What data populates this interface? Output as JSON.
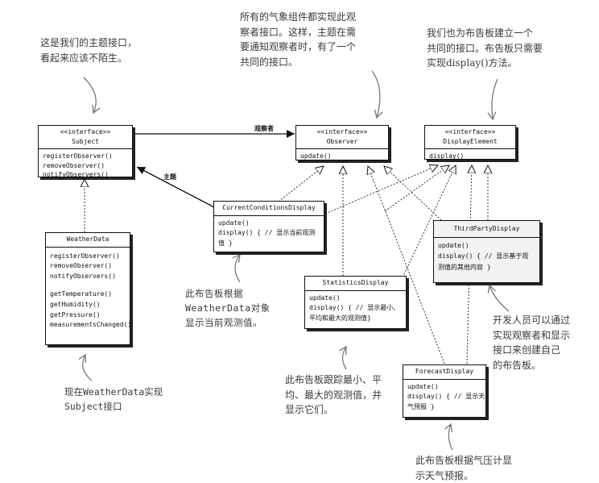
{
  "classes": {
    "subject": {
      "stereotype": "<<interface>>",
      "name": "Subject",
      "methods": [
        "registerObserver()",
        "removeObserver()",
        "notifyObservers()"
      ]
    },
    "observer": {
      "stereotype": "<<interface>>",
      "name": "Observer",
      "methods": [
        "update()"
      ]
    },
    "display_element": {
      "stereotype": "<<interface>>",
      "name": "DisplayElement",
      "methods": [
        "display()"
      ]
    },
    "weather_data": {
      "name": "WeatherData",
      "methods": [
        "registerObserver()",
        "removeObserver()",
        "notifyObservers()",
        "",
        "getTemperature()",
        "getHumidity()",
        "getPressure()",
        "measurementsChanged()"
      ]
    },
    "current_conditions": {
      "name": "CurrentConditionsDisplay",
      "methods": [
        "update()",
        "display() { // 显示当前观测",
        "值 }"
      ]
    },
    "statistics": {
      "name": "StatisticsDisplay",
      "methods": [
        "update()",
        "display() { // 显示最小、",
        "平均和最大的观测值}"
      ]
    },
    "third_party": {
      "name": "ThirdPartyDisplay",
      "methods": [
        "update()",
        "display() { // 显示基于观",
        "测值的其他内容 }"
      ]
    },
    "forecast": {
      "name": "ForecastDisplay",
      "methods": [
        "update()",
        "display() { // 显示天",
        "气预报 }"
      ]
    }
  },
  "edge_labels": {
    "observers": "观察者",
    "subject": "主题"
  },
  "notes": {
    "subject_note": "这是我们的主题接口，\n看起来应该不陌生。",
    "observer_note": "所有的气象组件都实现此观\n察者接口。这样，主题在需\n要通知观察者时，有了一个\n共同的接口。",
    "display_note": "我们也为布告板建立一个\n共同的接口。布告板只需要\n实现display()方法。",
    "current_note": "此布告板根据\nWeatherData对象\n显示当前观测值。",
    "weatherdata_note": "现在WeatherData实现\nSubject接口",
    "statistics_note": "此布告板跟踪最小、平\n均、最大的观测值，并\n显示它们。",
    "thirdparty_note": "开发人员可以通过\n实现观察者和显示\n接口来创建自己\n的布告板。",
    "forecast_note": "此布告板根据气压计显\n示天气预报。"
  }
}
